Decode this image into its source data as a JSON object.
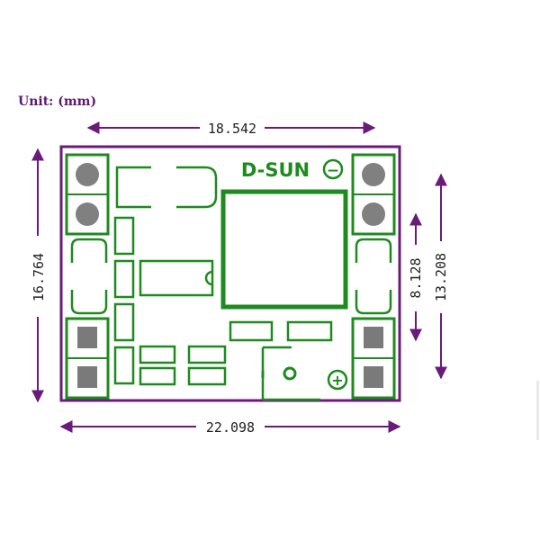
{
  "unit_label": "Unit: (mm)",
  "board_label": "D-SUN",
  "dimensions": {
    "top_width": "18.542",
    "bottom_width": "22.098",
    "left_height": "16.764",
    "right_inner": "8.128",
    "right_outer": "13.208"
  },
  "symbols": {
    "minus": "−",
    "plus": "+"
  },
  "colors": {
    "dimension": "#6a1b7a",
    "board_outline": "#6a1b7a",
    "silkscreen": "#1f8a1f",
    "pad_round": "#808080",
    "pad_square": "#7a7a7a"
  }
}
